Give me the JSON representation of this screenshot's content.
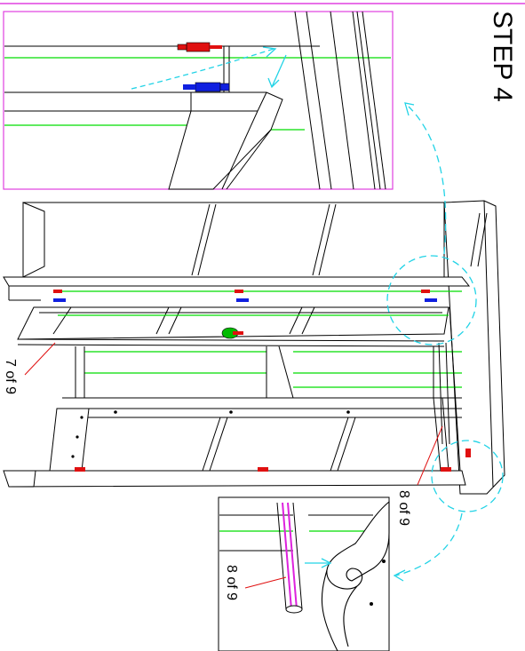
{
  "step_title": "STEP 4",
  "labels": {
    "part_7": "7 of 9",
    "part_8_main": "8 of 9",
    "part_8_detail": "8 of 9"
  },
  "colors": {
    "frame_pink": "#e040e0",
    "rail_green": "#00dd00",
    "callout_cyan": "#22d3e6",
    "leader_red": "#e01010",
    "bolt_red": "#e01010",
    "bolt_blue": "#1020e0",
    "rod_magenta": "#dd22dd",
    "line_black": "#000000"
  }
}
